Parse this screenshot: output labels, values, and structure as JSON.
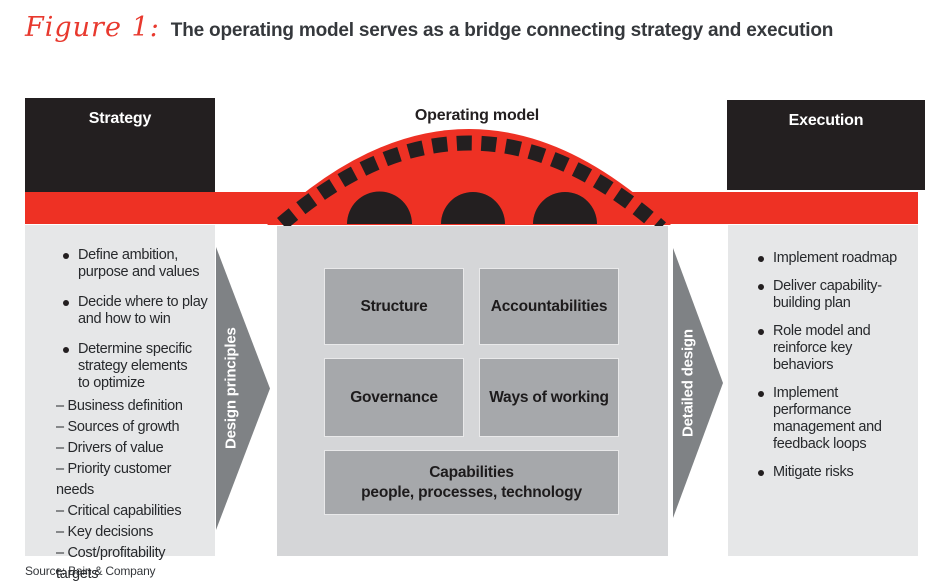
{
  "title": {
    "figure_label": "Figure 1:",
    "text": "The operating model serves as a bridge connecting strategy and execution"
  },
  "headers": {
    "strategy": "Strategy",
    "operating_model": "Operating model",
    "execution": "Execution"
  },
  "arrows": {
    "left_label": "Design principles",
    "right_label": "Detailed design"
  },
  "left_panel": {
    "bullets": [
      "Define ambition,\npurpose and values",
      "Decide where to play\nand how to win",
      "Determine specific\nstrategy elements\nto optimize"
    ],
    "sub_items": [
      "– Business definition",
      "– Sources of growth",
      "– Drivers of value",
      "– Priority customer needs",
      "– Critical capabilities",
      "– Key decisions",
      "– Cost/profitability targets"
    ]
  },
  "center_panel": {
    "boxes": [
      {
        "label": "Structure"
      },
      {
        "label": "Accountabilities"
      },
      {
        "label": "Governance"
      },
      {
        "label": "Ways of working"
      }
    ],
    "capabilities": {
      "title": "Capabilities",
      "subtitle": "people, processes, technology"
    }
  },
  "right_panel": {
    "bullets": [
      "Implement roadmap",
      "Deliver capability-\nbuilding plan",
      "Role model and\nreinforce key behaviors",
      "Implement performance\nmanagement and\nfeedback loops",
      "Mitigate risks"
    ]
  },
  "source": "Source: Bain & Company",
  "colors": {
    "red": "#ee3124",
    "black": "#231f20",
    "panel_light": "#e6e7e8",
    "panel_center": "#d5d6d8",
    "inner_box": "#a6a8ab",
    "arrow_gray": "#7f8285",
    "text_dark": "#27292c",
    "white": "#ffffff"
  }
}
